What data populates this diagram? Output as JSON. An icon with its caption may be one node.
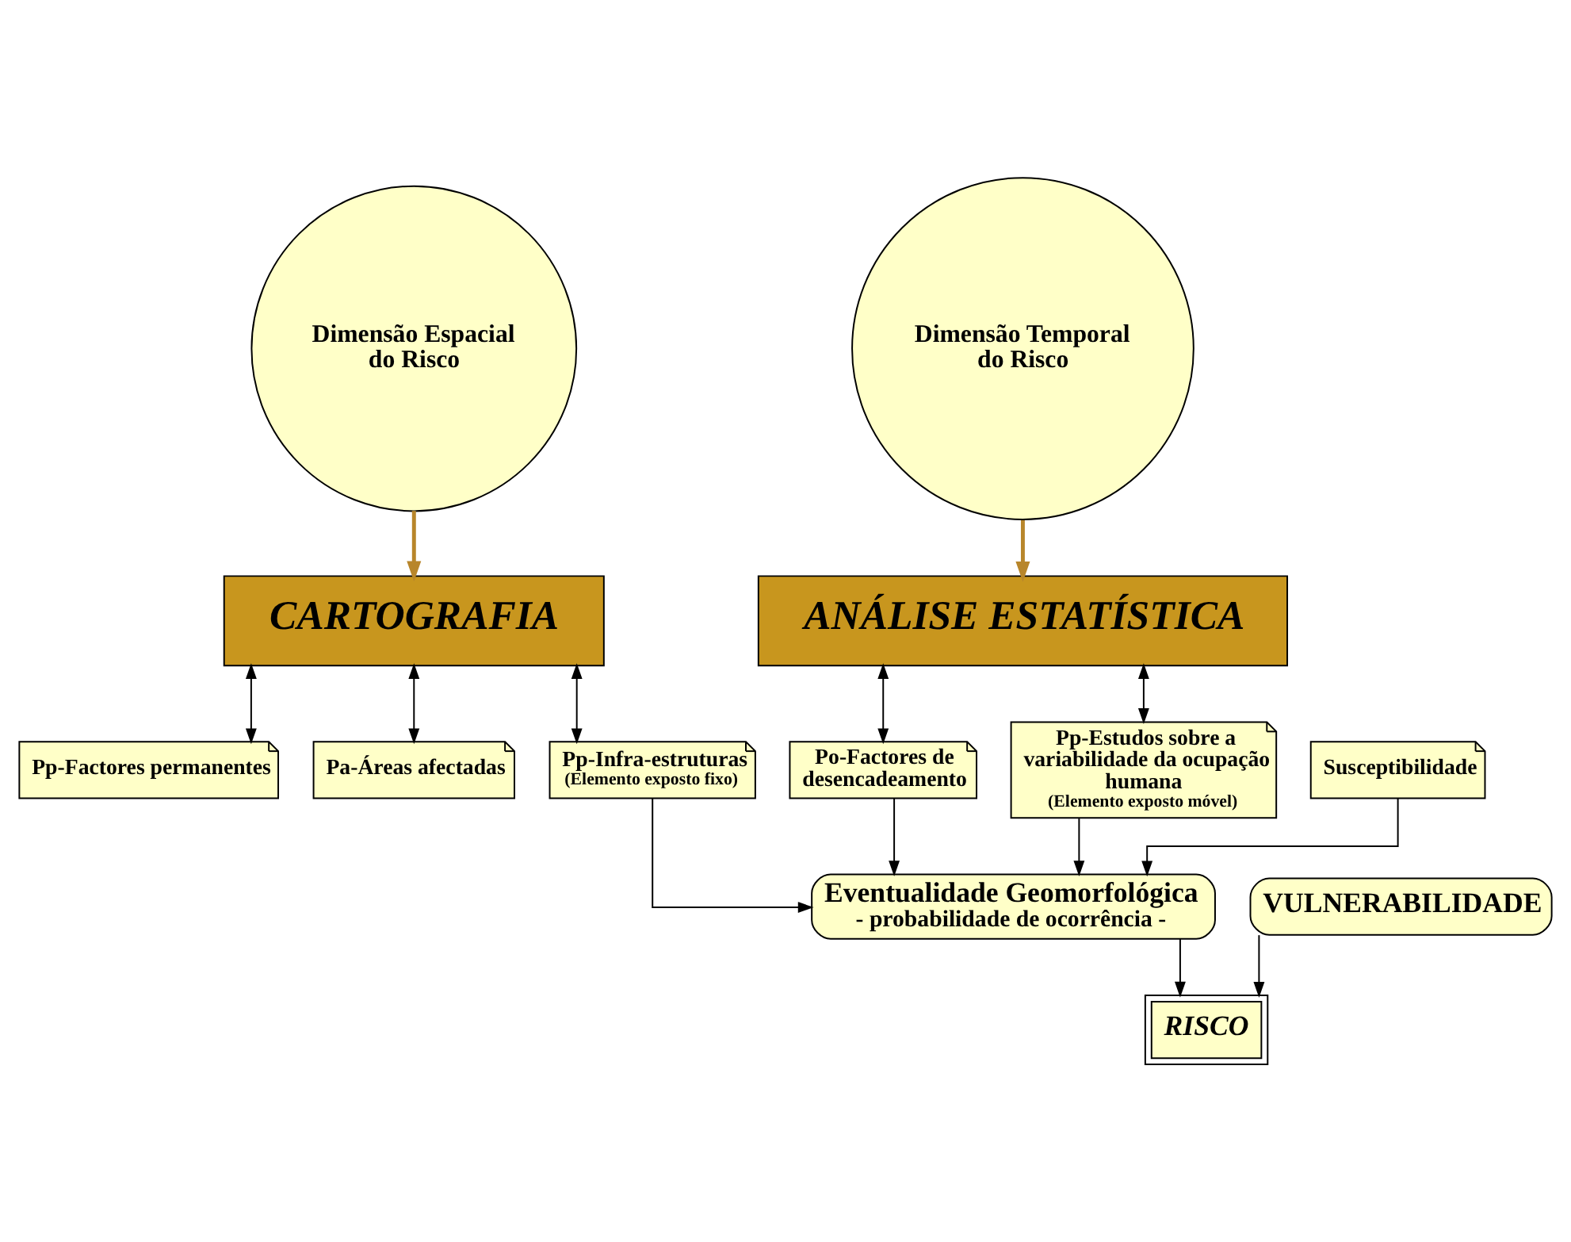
{
  "diagram": {
    "nodes": [
      {
        "text": [
          "Dimensão Espacial do Risco"
        ]
      },
      {
        "text": [
          "Dimensão Temporal do Risco"
        ]
      },
      {
        "text": [
          "CARTOGRAFIA"
        ]
      },
      {
        "text": [
          "ANÁLISE ESTATÍSTICA"
        ]
      },
      {
        "text": [
          "Pp-Factores permanentes"
        ]
      },
      {
        "text": [
          "Pa-Áreas afectadas"
        ]
      },
      {
        "text": [
          "Pp-Infra-estruturas",
          "(Elemento exposto fixo)"
        ]
      },
      {
        "text": [
          "Po-Factores de desencadeamento"
        ]
      },
      {
        "text": [
          "Pp-Estudos sobre a variabilidade da ocupação humana",
          "(Elemento exposto móvel)"
        ]
      },
      {
        "text": [
          "Susceptibilidade"
        ]
      },
      {
        "text": [
          "Eventualidade Geomorfológica",
          "- probabilidade de ocorrência -"
        ]
      },
      {
        "text": [
          "VULNERABILIDADE"
        ]
      },
      {
        "text": [
          "RISCO"
        ]
      }
    ],
    "edges": [
      {
        "from": 0,
        "to": 2,
        "arrow": "to",
        "color": "#b8862b"
      },
      {
        "from": 1,
        "to": 3,
        "arrow": "to",
        "color": "#b8862b"
      },
      {
        "from": 2,
        "to": 4,
        "arrow": "both"
      },
      {
        "from": 2,
        "to": 5,
        "arrow": "both"
      },
      {
        "from": 2,
        "to": 6,
        "arrow": "both"
      },
      {
        "from": 3,
        "to": 7,
        "arrow": "both"
      },
      {
        "from": 3,
        "to": 8,
        "arrow": "both"
      },
      {
        "from": 9,
        "to": 10,
        "arrow": "to"
      },
      {
        "from": 6,
        "to": 10,
        "arrow": "to"
      },
      {
        "from": 7,
        "to": 10,
        "arrow": "to"
      },
      {
        "from": 8,
        "to": 10,
        "arrow": "to"
      },
      {
        "from": 10,
        "to": 12,
        "arrow": "to"
      },
      {
        "from": 11,
        "to": 12,
        "arrow": "to"
      }
    ]
  }
}
